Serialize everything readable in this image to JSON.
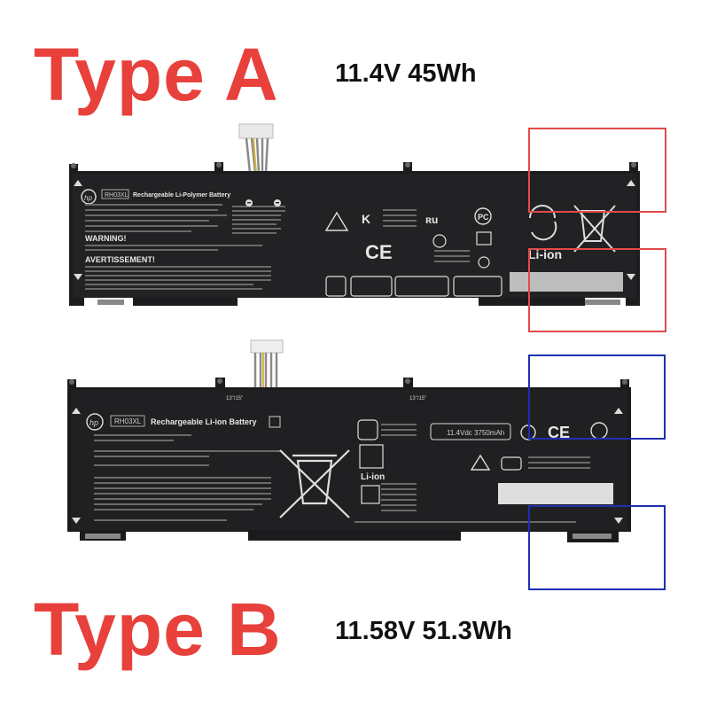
{
  "type_a": {
    "title": "Type A",
    "spec": "11.4V 45Wh",
    "model": "RH03XL",
    "battery_name": "Rechargeable Li-Polymer Battery",
    "warning": "WARNING!",
    "avertissement": "AVERTISSEMENT!",
    "chem_label": "Li-ion"
  },
  "type_b": {
    "title": "Type B",
    "spec": "11.58V 51.3Wh",
    "model": "RH03XL",
    "battery_name": "Rechargeable Li-ion Battery",
    "chem_label": "Li-ion",
    "rating": "11.4Vdc   3750mAh",
    "tab_label_left": "13\"/15\"",
    "tab_label_right": "13\"/15\""
  },
  "colors": {
    "title_red": "#e8403a",
    "highlight_red": "#e24a4a",
    "highlight_blue": "#1f2fb0"
  }
}
